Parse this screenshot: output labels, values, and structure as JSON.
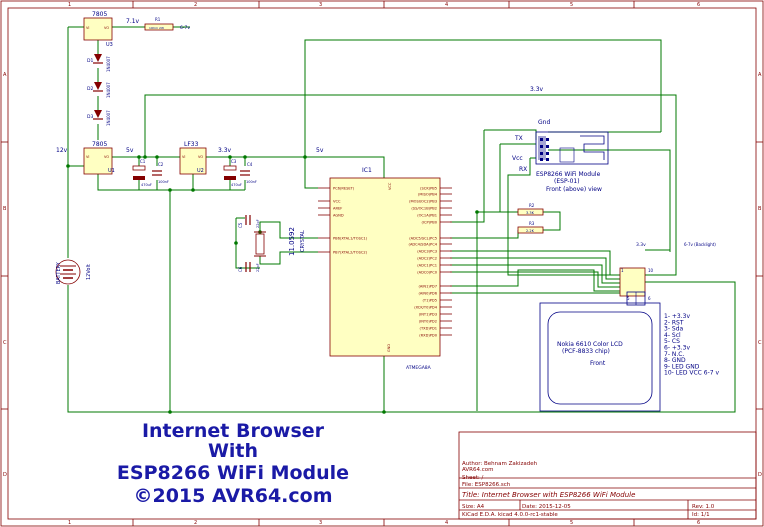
{
  "colors": {
    "wire": "#007800",
    "part": "#840000",
    "part_fill": "#ffffc2",
    "label": "#000084",
    "frame": "#840000",
    "title": "#1a1aa6",
    "blue_text": "#0000b0"
  },
  "frame": {
    "cols": [
      "1",
      "2",
      "3",
      "4",
      "5",
      "6"
    ],
    "rows": [
      "A",
      "B",
      "C",
      "D"
    ]
  },
  "labels": {
    "v71": "7.1v",
    "v67": "6-7v",
    "v12": "12v",
    "v5a": "5v",
    "v5b": "5v",
    "v33a": "3.3v",
    "v33b": "3.3v",
    "v33c": "3.3v",
    "v67bl": "6-7v (Backlight)"
  },
  "parts": {
    "u3_name": "7805",
    "u3_ref": "U3",
    "u1_name": "7805",
    "u1_ref": "U1",
    "u2_name": "LF33",
    "u2_ref": "U2",
    "r1": "R1",
    "r1_val": "1Ohm 2W",
    "d1": "D1",
    "d1_val": "1N4007",
    "d2": "D2",
    "d2_val": "1N4007",
    "d3": "D3",
    "d3_val": "1N4007",
    "c1": "C1",
    "c1_val": "470uF",
    "c2": "C2",
    "c2_val": "100nF",
    "c3": "C3",
    "c3_val": "470uF",
    "c4": "C4",
    "c4_val": "100nF",
    "c5": "C5",
    "c5_val": "22pF",
    "c6": "C6",
    "c6_val": "22pF",
    "crystal_val": "11.0592",
    "crystal_name": "CRYSTAL",
    "battery": "BATTERY",
    "battery_val": "12Volt",
    "r2": "R2",
    "r2_val": "3.3K",
    "r3": "R3",
    "r3_val": "2.2K",
    "ic1": "IC1",
    "ic1_name": "ATMEGA8A"
  },
  "ic_left_pins": [
    "PC6(RESET)",
    "VCC",
    "AREF",
    "AGND",
    "PB6(XTAL1/TOSC1)",
    "PB7(XTAL2/TOSC2)"
  ],
  "ic_right_pins": [
    "(SCK)PB5",
    "(MISO)PB4",
    "(MOSI/OC2)PB3",
    "(SS/OC1B)PB2",
    "(OC1A)PB1",
    "(ICP)PB0",
    "(ADC5/SCL)PC5",
    "(ADC4/SDA)PC4",
    "(ADC3)PC3",
    "(ADC2)PC2",
    "(ADC1)PC1",
    "(ADC0)PC0",
    "(AIN1)PD7",
    "(AIN0)PD6",
    "(T1)PD5",
    "(XCK/T0)PD4",
    "(INT1)PD3",
    "(INT0)PD2",
    "(TXD)PD1",
    "(RXD)PD0"
  ],
  "ic_gnd": "GND",
  "esp": {
    "gnd": "Gnd",
    "tx": "TX",
    "vcc": "Vcc",
    "rx": "RX",
    "title": "ESP8266 WiFi Module",
    "subtitle": "(ESP-01)",
    "view": "Front (above) view"
  },
  "lcd": {
    "title": "Nokia 6610 Color LCD",
    "subtitle": "(PCF-8833 chip)",
    "front": "Front",
    "pins": [
      "1- +3.3v",
      "2- RST",
      "3- Sda",
      "4- Scl",
      "5- CS",
      "6- +3.3v",
      "7- N.C.",
      "8- GND",
      "9- LED GND",
      "10- LED VCC 6-7 v"
    ],
    "conn_pin10": "10",
    "conn_pin1": "1",
    "conn_pin5": "5",
    "conn_pin6": "6"
  },
  "big_title": [
    "Internet Browser",
    "With",
    "ESP8266 WiFi Module",
    "©2015 AVR64.com"
  ],
  "title_block": {
    "author": "Author: Behnam Zakizadeh",
    "site": "AVR64.com",
    "sheet": "Sheet: /",
    "file": "File: ESP8266.sch",
    "title": "Title: Internet Browser with ESP8266 WiFi Module",
    "size": "Size: A4",
    "date": "Date: 2015-12-05",
    "rev": "Rev: 1.0",
    "kicad": "KiCad E.D.A.  kicad 4.0.0-rc1-stable",
    "id": "Id: 1/1"
  }
}
